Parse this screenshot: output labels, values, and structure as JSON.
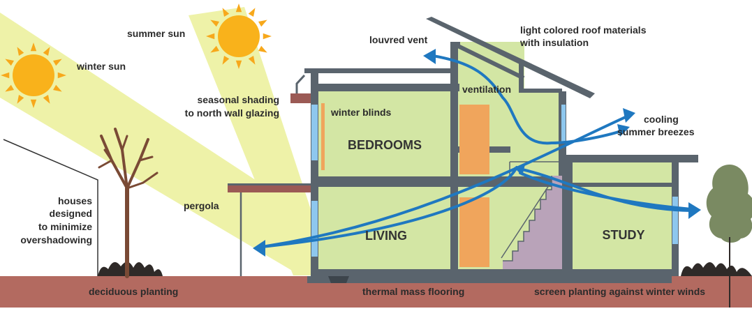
{
  "labels": {
    "summer_sun": "summer sun",
    "winter_sun": "winter sun",
    "louvred_vent": "louvred vent",
    "roof_line1": "light colored roof materials",
    "roof_line2": "with insulation",
    "ventilation": "ventilation",
    "shading_line1": "seasonal shading",
    "shading_line2": "to north wall glazing",
    "winter_blinds": "winter blinds",
    "cooling_line1": "cooling",
    "cooling_line2": "summer breezes",
    "houses_line1": "houses",
    "houses_line2": "designed",
    "houses_line3": "to minimize",
    "houses_line4": "overshadowing",
    "pergola": "pergola",
    "deciduous": "deciduous planting",
    "thermal_mass": "thermal mass flooring",
    "screen_planting": "screen planting against winter winds"
  },
  "rooms": {
    "bedrooms": "BEDROOMS",
    "living": "LIVING",
    "study": "STUDY"
  },
  "colors": {
    "sun": "#f9b21b",
    "sun_ray": "#f7a81b",
    "beam": "#eef2a8",
    "wall": "#5a646d",
    "room_fill": "#d3e6a4",
    "ground": "#b36a60",
    "arrow": "#1f78c0",
    "orange": "#f0a55c",
    "window": "#8ec7ee",
    "tree": "#7a8a62",
    "trunk": "#7a4a35"
  },
  "icons": [
    "sun-icon",
    "deciduous-tree-icon",
    "evergreen-tree-icon",
    "shrub-icon"
  ]
}
